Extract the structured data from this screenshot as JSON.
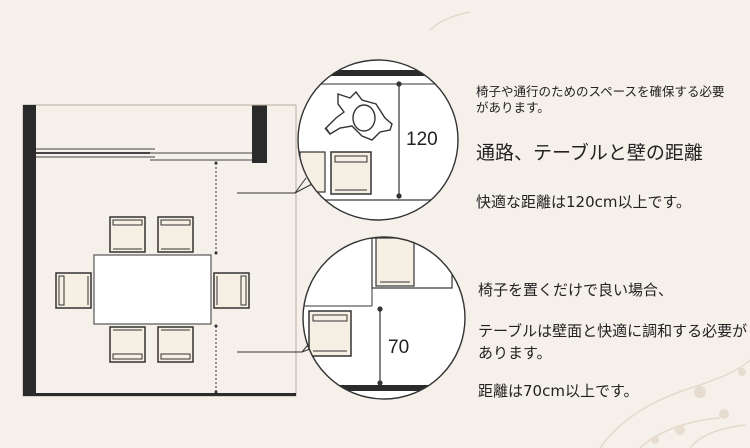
{
  "diagram": {
    "text_top_note": "椅子や通行のためのスペースを確保する必要があります。",
    "text_top_heading": "通路、テーブルと壁の距離",
    "text_top_detail": "快適な距離は120cm以上です。",
    "text_bottom_heading": "椅子を置くだけで良い場合、",
    "text_bottom_note": "テーブルは壁面と快適に調和する必要があります。",
    "text_bottom_detail": "距離は70cm以上です。",
    "dimension_top": "120",
    "dimension_bottom": "70"
  },
  "colors": {
    "background": "#f5f0ea",
    "wall": "#2b2b2b",
    "line": "#333333",
    "chair_fill": "#f6efe4",
    "table_fill": "#ffffff"
  }
}
